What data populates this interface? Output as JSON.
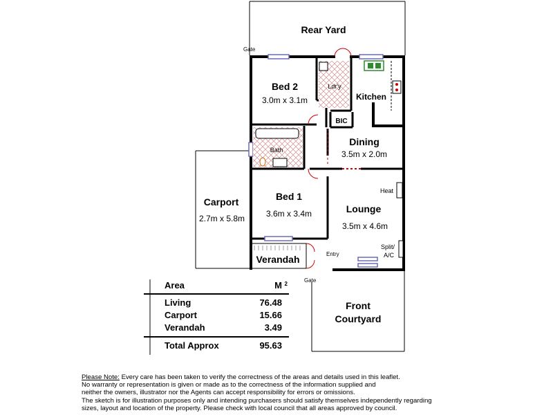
{
  "rooms": {
    "rear_yard": "Rear Yard",
    "gate_top": "Gate",
    "bed2": {
      "name": "Bed 2",
      "dims": "3.0m x 3.1m"
    },
    "laundry": "Ldr'y",
    "kitchen": "Kitchen",
    "bic": "BIC",
    "bath": "Bath",
    "dining": {
      "name": "Dining",
      "dims": "3.5m x 2.0m"
    },
    "carport": {
      "name": "Carport",
      "dims": "2.7m x 5.8m"
    },
    "bed1": {
      "name": "Bed 1",
      "dims": "3.6m x 3.4m"
    },
    "lounge": {
      "name": "Lounge",
      "dims": "3.5m x 4.6m"
    },
    "heat": "Heat",
    "split_ac_1": "Split/",
    "split_ac_2": "A/C",
    "entry": "Entry",
    "verandah": "Verandah",
    "gate_bottom": "Gate",
    "front_courtyard_1": "Front",
    "front_courtyard_2": "Courtyard"
  },
  "area_table": {
    "header_label": "Area",
    "header_unit": "M",
    "header_sup": "2",
    "rows": [
      {
        "label": "Living",
        "value": "76.48"
      },
      {
        "label": "Carport",
        "value": "15.66"
      },
      {
        "label": "Verandah",
        "value": "3.49"
      }
    ],
    "total_label": "Total Approx",
    "total_value": "95.63"
  },
  "note": {
    "heading": "Please Note:",
    "line1": "  Every care has been taken to verify the correctness of the areas and details used in this leaflet.",
    "line2": "No warranty or representation is given or made as to the correctness of the information supplied and",
    "line3": "neither the owners, illustrator nor the Agents can accept responsibility for errors or omissions.",
    "line4": "The sketch is for illustration purposes only and intending purchasers should satisfy themselves independently regarding",
    "line5": "sizes, layout and location of the property. Please check with local council that all areas approved by council."
  },
  "colors": {
    "wall": "#000000",
    "window": "#6a6ab8",
    "door_accent": "#cc0000",
    "kitchen_sink": "#2e8b2e",
    "wet_tile": "#d9a0a0"
  }
}
